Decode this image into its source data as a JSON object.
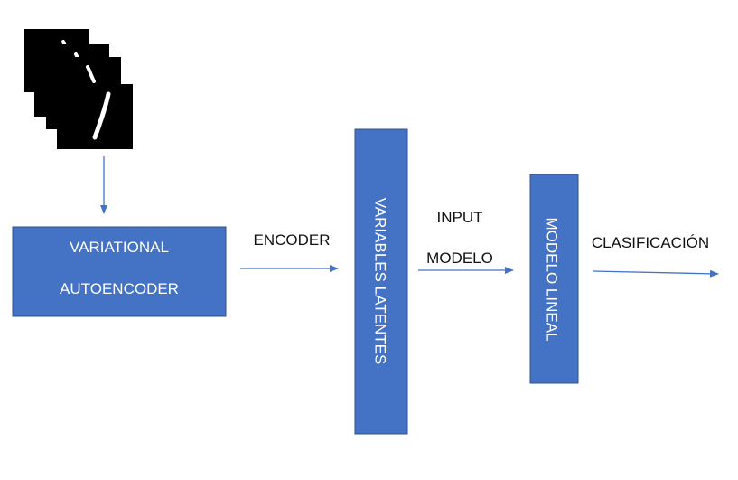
{
  "colors": {
    "box_fill": "#4472C4",
    "box_stroke": "#2F528F",
    "arrow": "#4472C4",
    "text": "#111111",
    "box_text": "#FFFFFF"
  },
  "input_images": {
    "icon": "handwritten-digit-one-images",
    "count": 4
  },
  "nodes": {
    "vae": {
      "line1": "VARIATIONAL",
      "line2": "AUTOENCODER"
    },
    "latent": {
      "label": "VARIABLES LATENTES"
    },
    "linear": {
      "label": "MODELO LINEAL"
    }
  },
  "edges": {
    "encoder": {
      "label": "ENCODER"
    },
    "input": {
      "line1": "INPUT",
      "line2": "MODELO"
    },
    "output": {
      "label": "CLASIFICACIÓN"
    }
  }
}
